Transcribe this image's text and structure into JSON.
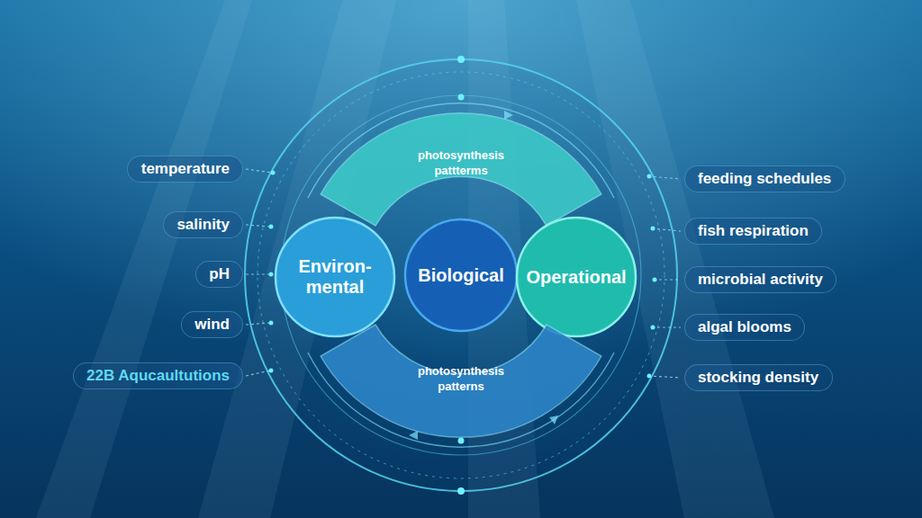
{
  "diagram": {
    "nodes": [
      {
        "text": [
          "photosynthesis pattterms"
        ]
      },
      {
        "text": [
          "temperature"
        ]
      },
      {
        "text": [
          "salinity"
        ]
      },
      {
        "text": [
          "pH"
        ]
      },
      {
        "text": [
          "wind"
        ]
      },
      {
        "text": [
          "22B Aqucaultutions"
        ]
      },
      {
        "text": [
          "Environ- mental"
        ]
      },
      {
        "text": [
          "Biological"
        ]
      },
      {
        "text": [
          "Operational"
        ]
      },
      {
        "text": [
          "feeding schedules"
        ]
      },
      {
        "text": [
          "fish respiration"
        ]
      },
      {
        "text": [
          "microbial activity"
        ]
      },
      {
        "text": [
          "algal blooms"
        ]
      },
      {
        "text": [
          "stocking density"
        ]
      },
      {
        "text": [
          "photosynthesis patterns"
        ]
      }
    ]
  }
}
